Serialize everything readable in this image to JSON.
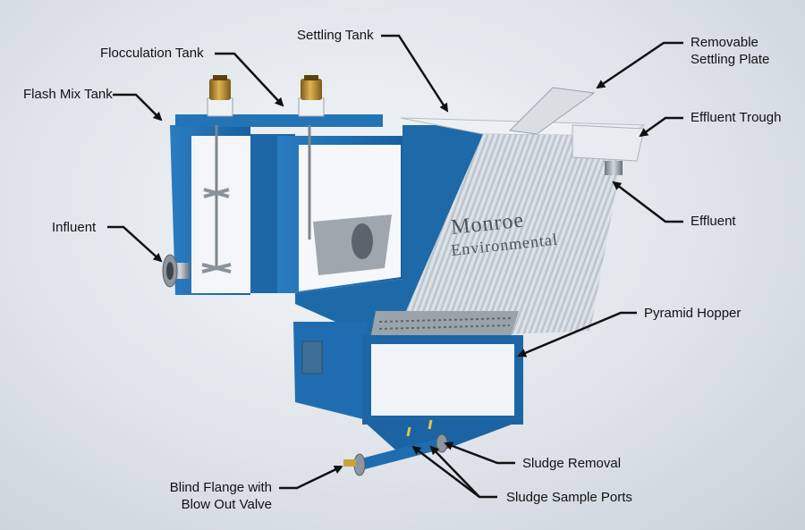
{
  "labels": {
    "flash_mix_tank": "Flash Mix Tank",
    "flocculation_tank": "Flocculation Tank",
    "settling_tank": "Settling Tank",
    "removable_plate_line1": "Removable",
    "removable_plate_line2": "Settling Plate",
    "effluent_trough": "Effluent Trough",
    "effluent": "Effluent",
    "influent": "Influent",
    "pyramid_hopper": "Pyramid Hopper",
    "sludge_removal": "Sludge Removal",
    "sludge_sample_ports": "Sludge Sample Ports",
    "blind_flange_line1": "Blind Flange with",
    "blind_flange_line2": "Blow Out Valve"
  },
  "brand": {
    "line1": "Monroe",
    "line2": "Environmental"
  },
  "colors": {
    "tank_blue": "#1f6fb2",
    "tank_blue_dark": "#155a93",
    "interior": "#f4f6f9",
    "plates": "#cfd6dc",
    "brass": "#b8892e"
  }
}
